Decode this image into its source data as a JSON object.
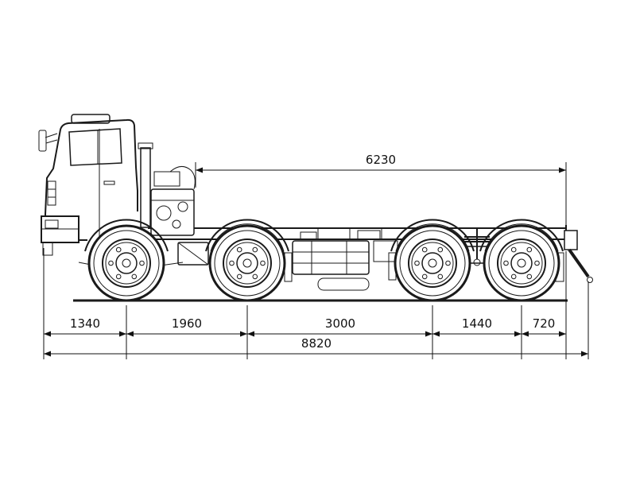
{
  "diagram": {
    "type": "technical-dimension-drawing",
    "subject": "truck-chassis-side-view-8x4",
    "colors": {
      "line": "#1a1a1a",
      "background": "#ffffff"
    },
    "dimensions": {
      "top_span": "6230",
      "segments": [
        "1340",
        "1960",
        "3000",
        "1440",
        "720"
      ],
      "overall": "8820"
    }
  }
}
